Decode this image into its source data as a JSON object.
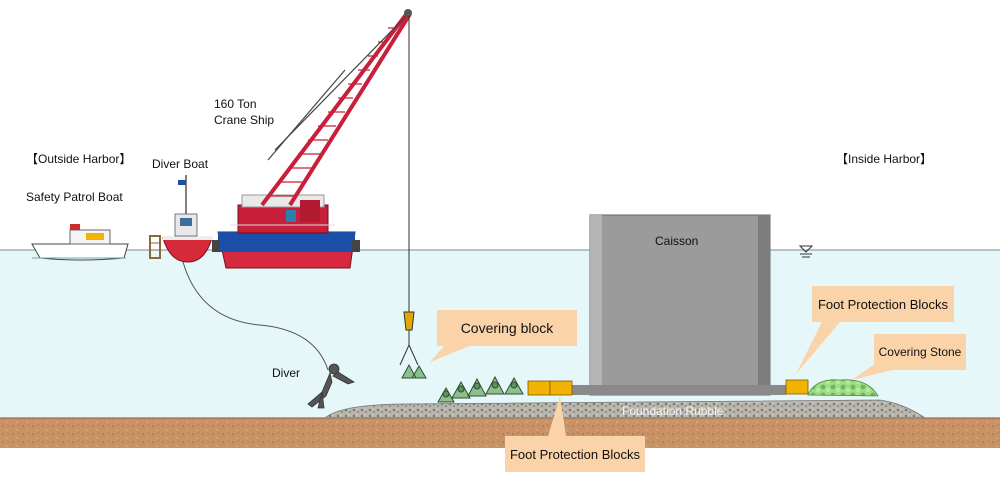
{
  "labels": {
    "outside_harbor": "【Outside Harbor】",
    "inside_harbor": "【Inside Harbor】",
    "safety_patrol_boat": "Safety Patrol Boat",
    "diver_boat": "Diver Boat",
    "crane_ship_line1": "160 Ton",
    "crane_ship_line2": "Crane Ship",
    "caisson": "Caisson",
    "diver": "Diver",
    "foundation_rubble": "Foundation Rubble"
  },
  "callouts": {
    "covering_block": "Covering block",
    "foot_protection_right": "Foot Protection Blocks",
    "covering_stone": "Covering Stone",
    "foot_protection_bottom": "Foot Protection Blocks"
  },
  "colors": {
    "sea": "#e6f7fa",
    "sea_line": "#7a8e94",
    "seabed": "#c9946a",
    "caisson": "#9a9a9a",
    "callout": "#fbd3a8",
    "foot_block": "#f2b300",
    "crane_red": "#c8203a",
    "hull_blue": "#1b4fa8",
    "covering_stone": "#8fd07a"
  },
  "icons": {
    "crane": "lattice-boom-crane-icon",
    "hook": "crane-hook-icon",
    "tetrapod": "tetrapod-block-icon",
    "water_level": "water-level-mark-icon"
  }
}
